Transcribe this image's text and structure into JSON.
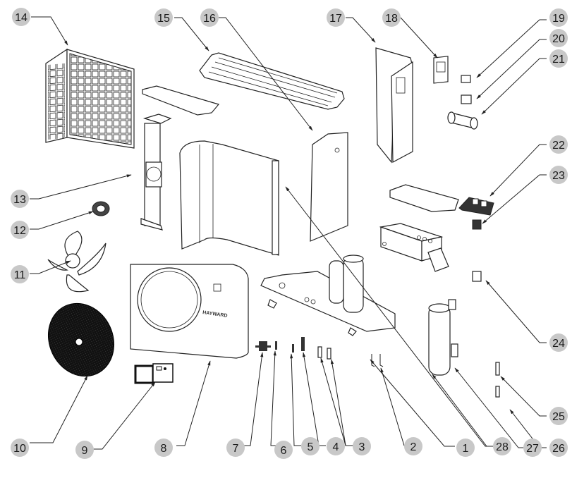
{
  "diagram": {
    "type": "exploded-parts-view",
    "brand_text": "HAYWARD",
    "callout_fill": "#c8c8c8",
    "line_color": "#222222",
    "callouts": [
      {
        "id": "1",
        "label": "1"
      },
      {
        "id": "2",
        "label": "2"
      },
      {
        "id": "3",
        "label": "3"
      },
      {
        "id": "4",
        "label": "4"
      },
      {
        "id": "5",
        "label": "5"
      },
      {
        "id": "6",
        "label": "6"
      },
      {
        "id": "7",
        "label": "7"
      },
      {
        "id": "8",
        "label": "8"
      },
      {
        "id": "9",
        "label": "9"
      },
      {
        "id": "10",
        "label": "10"
      },
      {
        "id": "11",
        "label": "11"
      },
      {
        "id": "12",
        "label": "12"
      },
      {
        "id": "13",
        "label": "13"
      },
      {
        "id": "14",
        "label": "14"
      },
      {
        "id": "15",
        "label": "15"
      },
      {
        "id": "16",
        "label": "16"
      },
      {
        "id": "17",
        "label": "17"
      },
      {
        "id": "18",
        "label": "18"
      },
      {
        "id": "19",
        "label": "19"
      },
      {
        "id": "20",
        "label": "20"
      },
      {
        "id": "21",
        "label": "21"
      },
      {
        "id": "22",
        "label": "22"
      },
      {
        "id": "23",
        "label": "23"
      },
      {
        "id": "24",
        "label": "24"
      },
      {
        "id": "25",
        "label": "25"
      },
      {
        "id": "26",
        "label": "26"
      },
      {
        "id": "27",
        "label": "27"
      },
      {
        "id": "28",
        "label": "28"
      }
    ]
  }
}
